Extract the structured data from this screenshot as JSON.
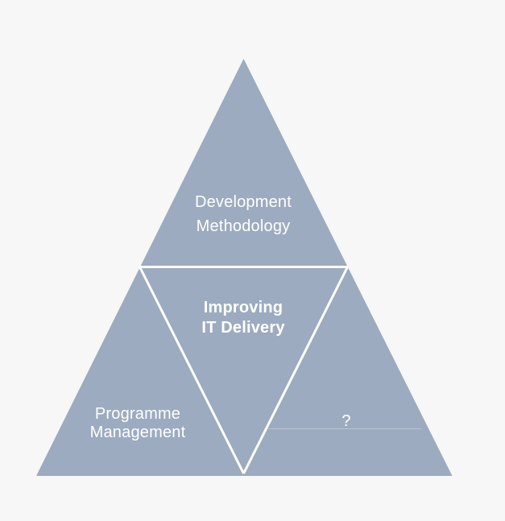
{
  "colors": {
    "background": "#F7F7F7",
    "triangle_fill": "#9CABBF",
    "divider": "#FFFFFF",
    "text": "#FFFFFF"
  },
  "sections": {
    "top": {
      "line1": "Development",
      "line2": "Methodology"
    },
    "center": {
      "line1": "Improving",
      "line2": "IT Delivery"
    },
    "bottom_left": {
      "line1": "Programme",
      "line2": "Management"
    },
    "bottom_right": {
      "label": "?"
    }
  }
}
